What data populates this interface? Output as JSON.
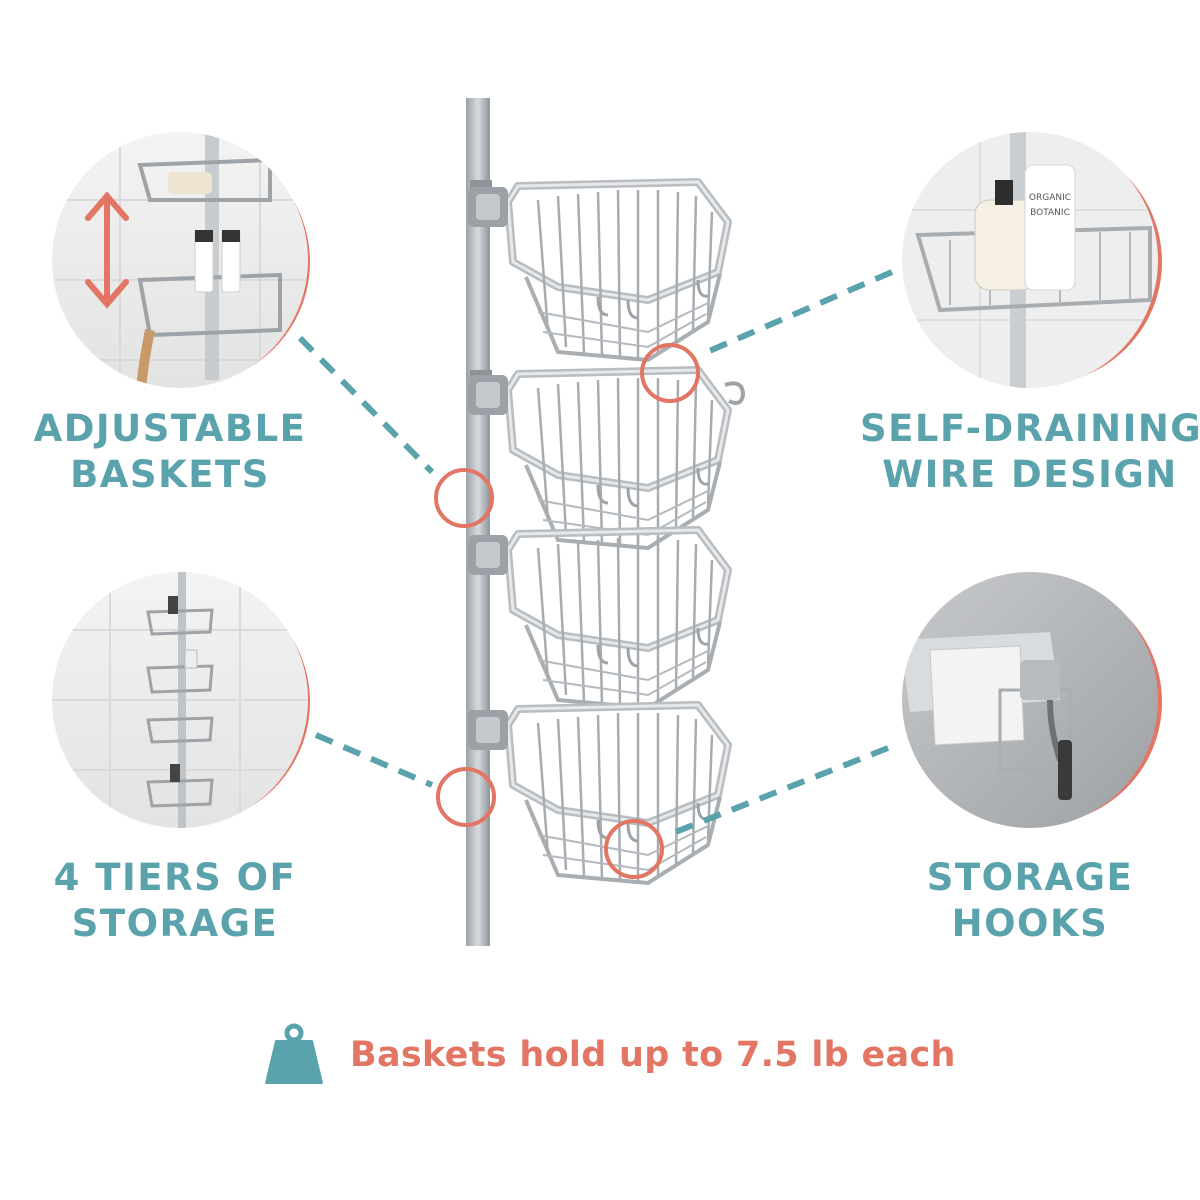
{
  "features": {
    "adjustable": {
      "line1": "ADJUSTABLE",
      "line2": "BASKETS"
    },
    "draining": {
      "line1": "SELF-DRAINING",
      "line2": "WIRE DESIGN"
    },
    "tiers": {
      "line1": "4 TIERS OF",
      "line2": "STORAGE"
    },
    "hooks": {
      "line1": "STORAGE",
      "line2": "HOOKS"
    }
  },
  "footer": {
    "text": "Baskets hold up to 7.5 lb each",
    "icon": "weight-icon"
  },
  "photo_labels": {
    "brand_bottle": "ORGANIC",
    "brand_tube": "BOTANIC"
  },
  "colors": {
    "teal": "#5aa3ac",
    "coral": "#e27563",
    "steel": "#b9bfc4"
  }
}
